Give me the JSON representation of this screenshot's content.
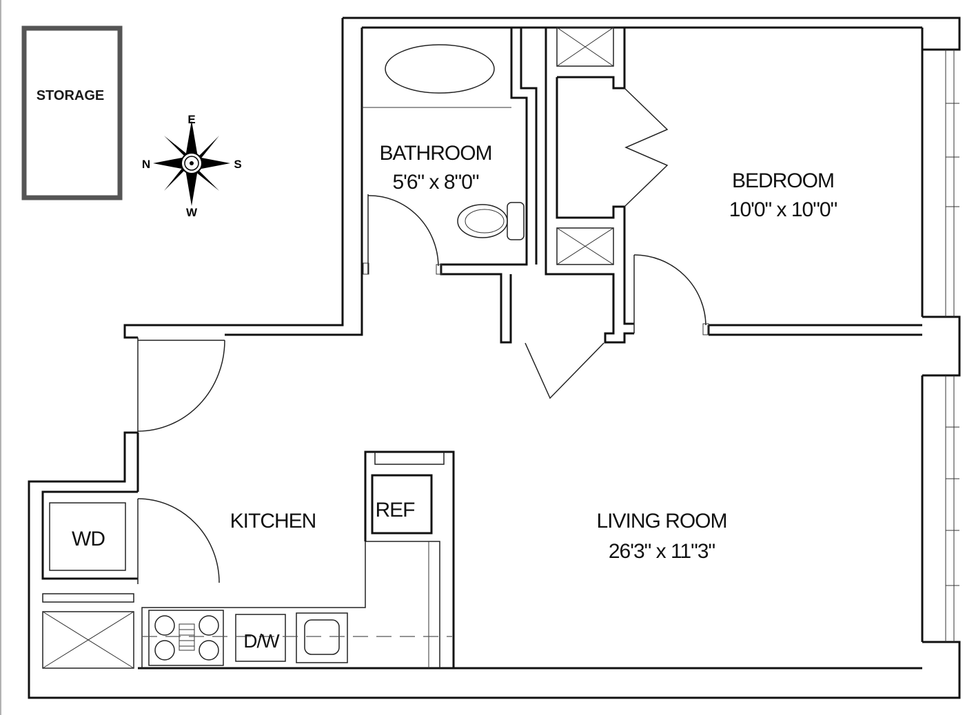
{
  "storage": {
    "label": "STORAGE"
  },
  "compass": {
    "north": "N",
    "east": "E",
    "south": "S",
    "west": "W"
  },
  "rooms": {
    "bathroom": {
      "name": "BATHROOM",
      "size": "5'6\" x 8\"0\""
    },
    "bedroom": {
      "name": "BEDROOM",
      "size": "10'0\" x 10\"0\""
    },
    "kitchen": {
      "name": "KITCHEN"
    },
    "living_room": {
      "name": "LIVING ROOM",
      "size": "26'3\" x 11\"3\""
    }
  },
  "fixtures": {
    "ref": "REF",
    "wd": "WD",
    "dw": "D/W"
  },
  "colors": {
    "wall": "#111111",
    "storage_border": "#555555",
    "background": "#ffffff"
  }
}
